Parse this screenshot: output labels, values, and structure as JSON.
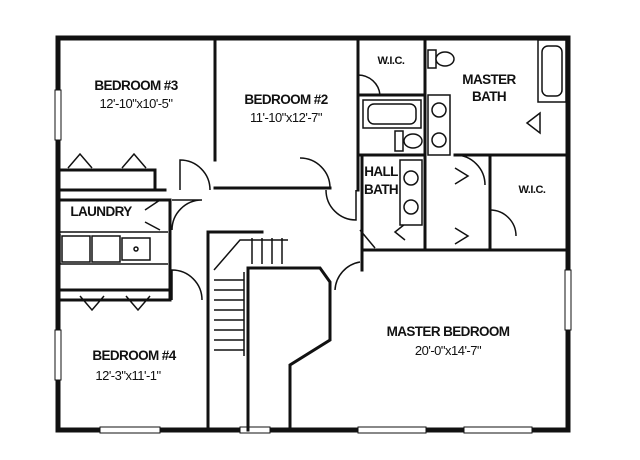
{
  "rooms": {
    "bedroom3": {
      "name": "BEDROOM #3",
      "dims": "12'-10\"x10'-5\""
    },
    "bedroom2": {
      "name": "BEDROOM #2",
      "dims": "11'-10\"x12'-7\""
    },
    "wic_top": {
      "name": "W.I.C."
    },
    "master_bath": {
      "name_line1": "MASTER",
      "name_line2": "BATH"
    },
    "hall_bath": {
      "name_line1": "HALL",
      "name_line2": "BATH"
    },
    "wic_master": {
      "name": "W.I.C."
    },
    "laundry": {
      "name": "LAUNDRY"
    },
    "master_bedroom": {
      "name": "MASTER BEDROOM",
      "dims": "20'-0\"x14'-7\""
    },
    "bedroom4": {
      "name": "BEDROOM #4",
      "dims": "12'-3\"x11'-1\""
    }
  },
  "colors": {
    "wall": "#111111",
    "background": "#ffffff"
  }
}
